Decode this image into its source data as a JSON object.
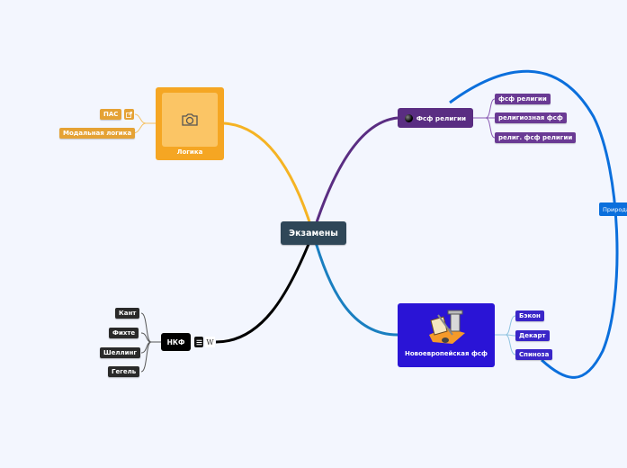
{
  "central": {
    "label": "Экзамены"
  },
  "branches": {
    "logic": {
      "label": "Логика",
      "icon": "camera-icon",
      "color": "#f5a623",
      "children": [
        {
          "label": "ПАС",
          "icon": "external-link-icon"
        },
        {
          "label": "Модальная логика"
        }
      ]
    },
    "religion": {
      "label": "Фсф религии",
      "icon": "black-ball-icon",
      "color": "#5a2d82",
      "children": [
        {
          "label": "фсф религии"
        },
        {
          "label": "религиозная фсф"
        },
        {
          "label": "религ. фсф религии"
        }
      ]
    },
    "newage": {
      "label": "Новоевропейская фсф",
      "icon": "philosophy-clipart-icon",
      "color": "#2a14d6",
      "children": [
        {
          "label": "Бэкон"
        },
        {
          "label": "Декарт"
        },
        {
          "label": "Спиноза"
        }
      ]
    },
    "nkf": {
      "label": "НКФ",
      "icons": [
        "notes-icon",
        "wikipedia-icon"
      ],
      "wiki_glyph": "W",
      "color": "#000000",
      "children": [
        {
          "label": "Кант"
        },
        {
          "label": "Фихте"
        },
        {
          "label": "Шеллинг"
        },
        {
          "label": "Гегель"
        }
      ]
    }
  },
  "relationship": {
    "label": "Природа",
    "color": "#0b6fdc"
  }
}
